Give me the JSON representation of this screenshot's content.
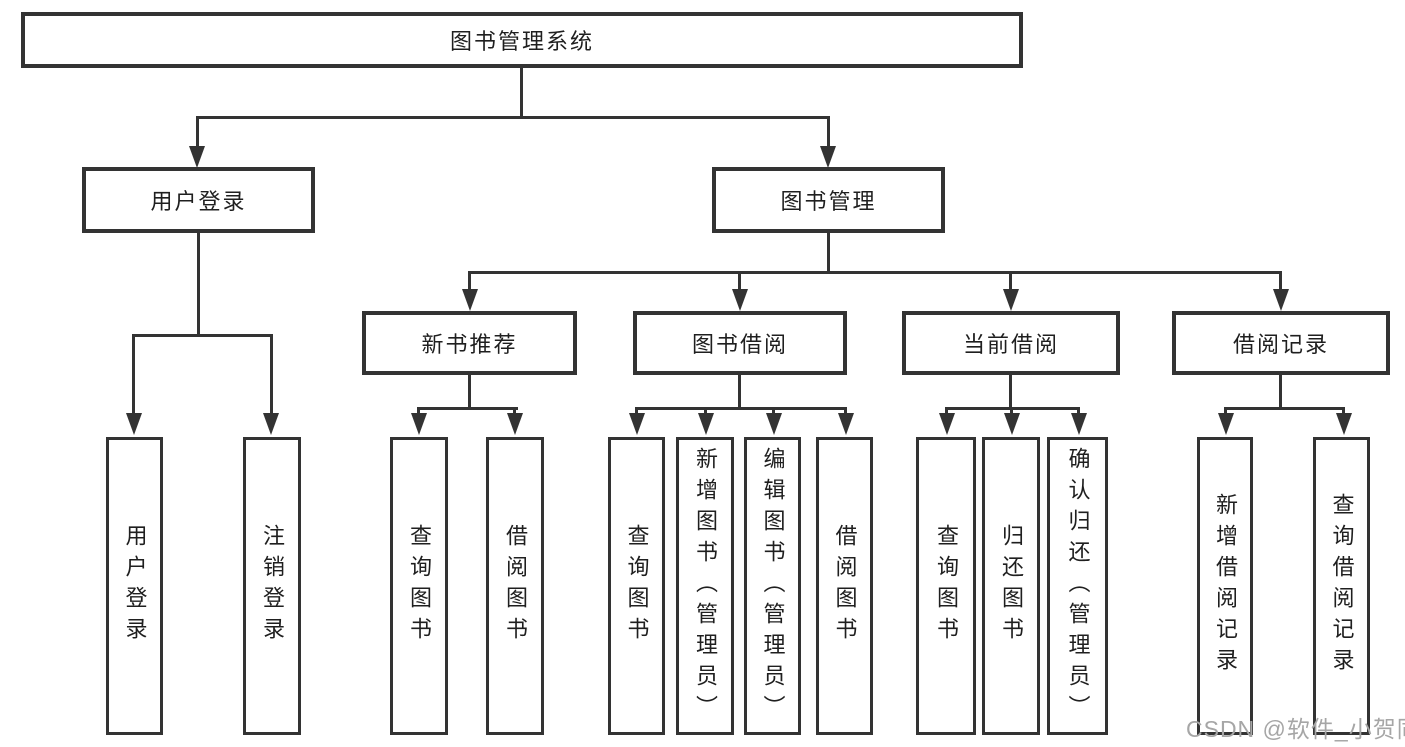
{
  "root_label": "图书管理系统",
  "level2": {
    "user_login": {
      "label": "用户登录",
      "children": [
        "用户登录",
        "注销登录"
      ]
    },
    "book_mgmt": {
      "label": "图书管理"
    }
  },
  "sections": [
    {
      "label": "新书推荐",
      "children": [
        "查询图书",
        "借阅图书"
      ]
    },
    {
      "label": "图书借阅",
      "children": [
        "查询图书",
        "新增图书（管理员）",
        "编辑图书（管理员）",
        "借阅图书"
      ]
    },
    {
      "label": "当前借阅",
      "children": [
        "查询图书",
        "归还图书",
        "确认归还（管理员）"
      ]
    },
    {
      "label": "借阅记录",
      "children": [
        "新增借阅记录",
        "查询借阅记录"
      ]
    }
  ],
  "watermark": "CSDN @软件_小贺同学",
  "colors": {
    "line": "#333333",
    "text": "#1f1f1f",
    "box_bg": "#ffffff",
    "watermark": "#a6a6a6"
  }
}
